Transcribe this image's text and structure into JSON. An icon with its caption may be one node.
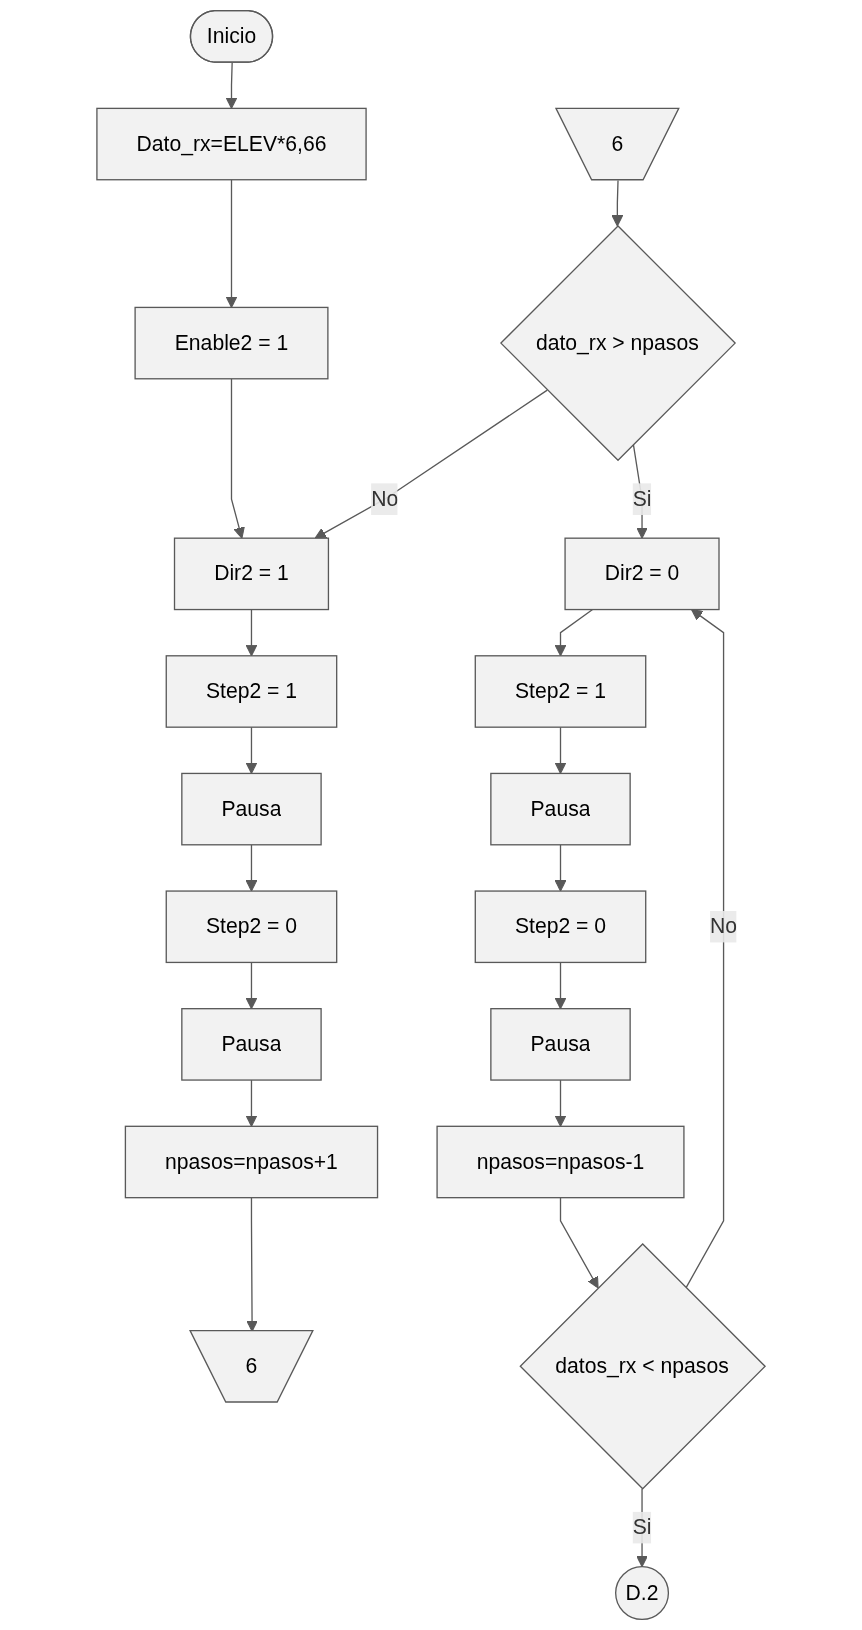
{
  "diagram": {
    "nodes": [
      {
        "text": [
          "Inicio"
        ]
      },
      {
        "text": [
          "Dato_rx=ELEV*6,66"
        ]
      },
      {
        "text": [
          "Enable2 = 1"
        ]
      },
      {
        "text": [
          "Dir2 = 1"
        ]
      },
      {
        "text": [
          "Step2 = 1"
        ]
      },
      {
        "text": [
          "Pausa"
        ]
      },
      {
        "text": [
          "Step2 = 0"
        ]
      },
      {
        "text": [
          "Pausa"
        ]
      },
      {
        "text": [
          "npasos=npasos+1"
        ]
      },
      {
        "text": [
          "6"
        ]
      },
      {
        "text": [
          "6"
        ]
      },
      {
        "text": [
          "dato_rx > npasos"
        ]
      },
      {
        "text": [
          "Dir2 = 0"
        ]
      },
      {
        "text": [
          "Step2 = 1"
        ]
      },
      {
        "text": [
          "Pausa"
        ]
      },
      {
        "text": [
          "Step2 = 0"
        ]
      },
      {
        "text": [
          "Pausa"
        ]
      },
      {
        "text": [
          "npasos=npasos-1"
        ]
      },
      {
        "text": [
          "datos_rx < npasos"
        ]
      },
      {
        "text": [
          "D.2"
        ]
      }
    ],
    "edges": [
      {
        "from": 0,
        "to": 1,
        "arrow": "to"
      },
      {
        "from": 1,
        "to": 2,
        "arrow": "to"
      },
      {
        "from": 2,
        "to": 3,
        "arrow": "to"
      },
      {
        "from": 3,
        "to": 4,
        "arrow": "to"
      },
      {
        "from": 4,
        "to": 5,
        "arrow": "to"
      },
      {
        "from": 5,
        "to": 6,
        "arrow": "to"
      },
      {
        "from": 6,
        "to": 7,
        "arrow": "to"
      },
      {
        "from": 7,
        "to": 8,
        "arrow": "to"
      },
      {
        "from": 8,
        "to": 9,
        "arrow": "to"
      },
      {
        "from": 10,
        "to": 11,
        "arrow": "to"
      },
      {
        "from": 11,
        "to": 3,
        "arrow": "to",
        "label": "No"
      },
      {
        "from": 11,
        "to": 12,
        "arrow": "to",
        "label": "Si"
      },
      {
        "from": 12,
        "to": 13,
        "arrow": "to"
      },
      {
        "from": 13,
        "to": 14,
        "arrow": "to"
      },
      {
        "from": 14,
        "to": 15,
        "arrow": "to"
      },
      {
        "from": 15,
        "to": 16,
        "arrow": "to"
      },
      {
        "from": 16,
        "to": 17,
        "arrow": "to"
      },
      {
        "from": 17,
        "to": 18,
        "arrow": "to"
      },
      {
        "from": 18,
        "to": 12,
        "arrow": "to",
        "label": "No"
      },
      {
        "from": 18,
        "to": 19,
        "arrow": "to",
        "label": "Si"
      }
    ]
  }
}
